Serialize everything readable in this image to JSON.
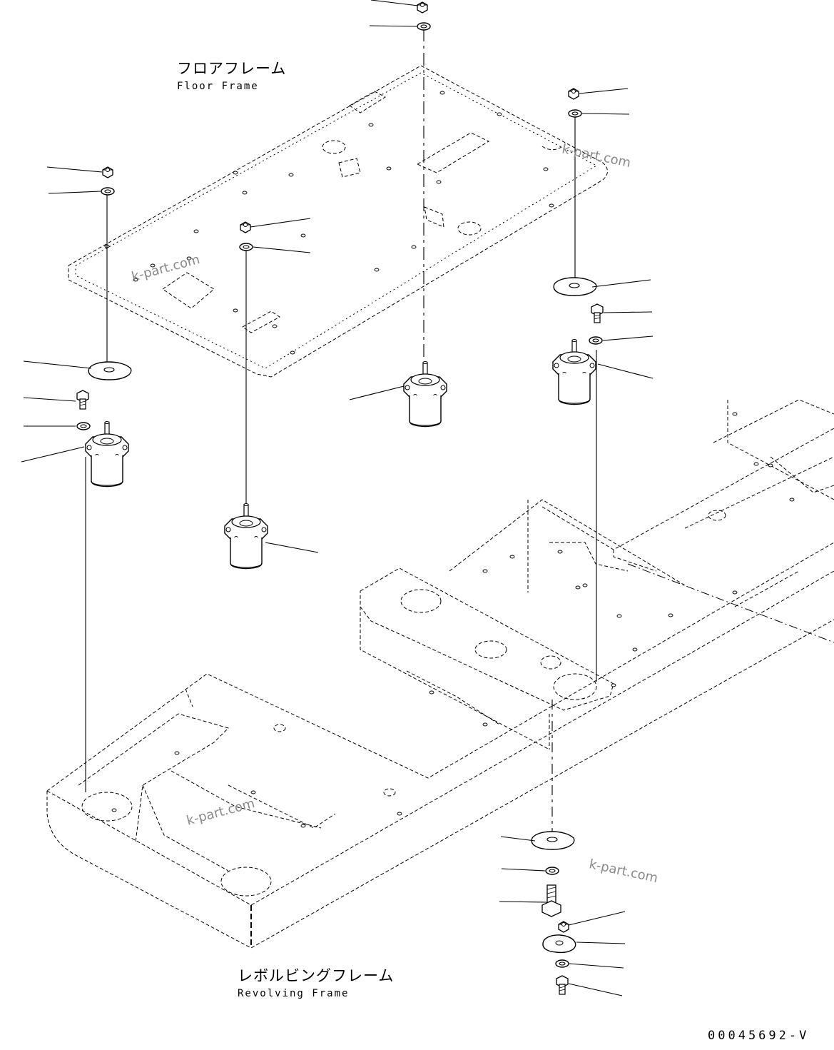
{
  "labels": {
    "floor_frame_jp": "フロアフレーム",
    "floor_frame_en": "Floor Frame",
    "revolving_frame_jp": "レボルビングフレーム",
    "revolving_frame_en": "Revolving Frame"
  },
  "watermark": "k-part.com",
  "drawing_code": "00045692-V",
  "colors": {
    "line": "#000000",
    "watermark": "#8a8a8a",
    "background": "#ffffff"
  }
}
